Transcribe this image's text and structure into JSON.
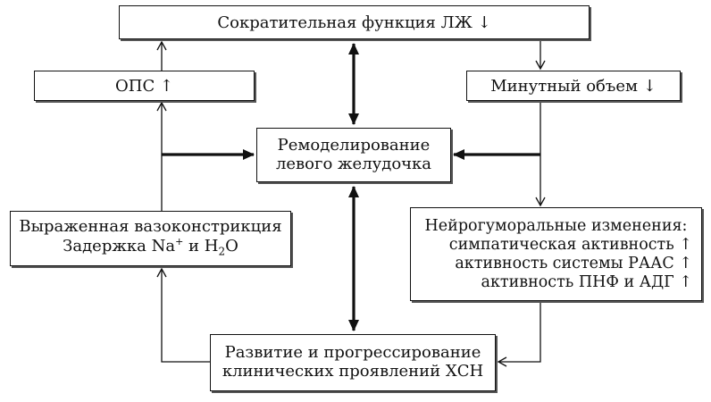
{
  "boxes": {
    "top": {
      "text": "Сократительная функция ЛЖ ↓"
    },
    "ops": {
      "text": "ОПС ↑"
    },
    "minute_volume": {
      "text": "Минутный объем ↓"
    },
    "remodeling": {
      "line1": "Ремоделирование",
      "line2": "левого желудочка"
    },
    "vasoconstriction": {
      "line1": "Выраженная вазоконстрикция",
      "line2_prefix": "Задержка Na",
      "line2_sup": "+",
      "line2_mid": " и H",
      "line2_sub": "2",
      "line2_suffix": "O"
    },
    "neurohumoral": {
      "title": "Нейрогуморальные изменения:",
      "items": [
        "симпатическая активность ↑",
        "активность системы РААС ↑",
        "активность ПНФ и АДГ ↑"
      ]
    },
    "chsn": {
      "line1": "Развитие и прогрессирование",
      "line2": "клинических проявлений ХСН"
    }
  }
}
